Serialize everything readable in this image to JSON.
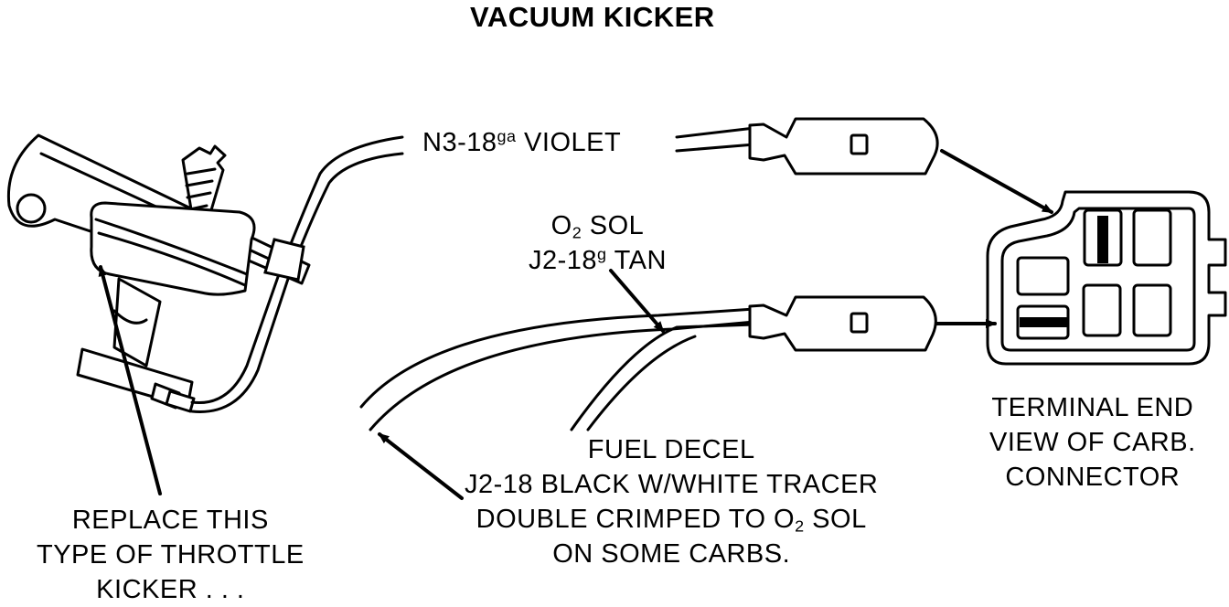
{
  "title": "VACUUM KICKER",
  "labels": {
    "violet_wire": {
      "prefix": "N3-18",
      "superscript": "ga",
      "suffix": " VIOLET"
    },
    "o2_sol": {
      "line1_main": "O",
      "line1_sub": "2",
      "line1_rest": " SOL",
      "line2_main": "J2-18",
      "line2_sup": "g",
      "line2_rest": " TAN"
    },
    "terminal_end": [
      "TERMINAL END",
      "VIEW OF CARB.",
      "CONNECTOR"
    ],
    "fuel_decel": {
      "line1": "FUEL DECEL",
      "line2": "J2-18 BLACK W/WHITE TRACER",
      "line3_main": "DOUBLE CRIMPED TO O",
      "line3_sub": "2",
      "line3_rest": " SOL",
      "line4": "ON SOME CARBS."
    },
    "replace": [
      "REPLACE THIS",
      "TYPE OF THROTTLE",
      "KICKER . . ."
    ]
  },
  "colors": {
    "ink": "#000000",
    "paper": "#ffffff"
  }
}
